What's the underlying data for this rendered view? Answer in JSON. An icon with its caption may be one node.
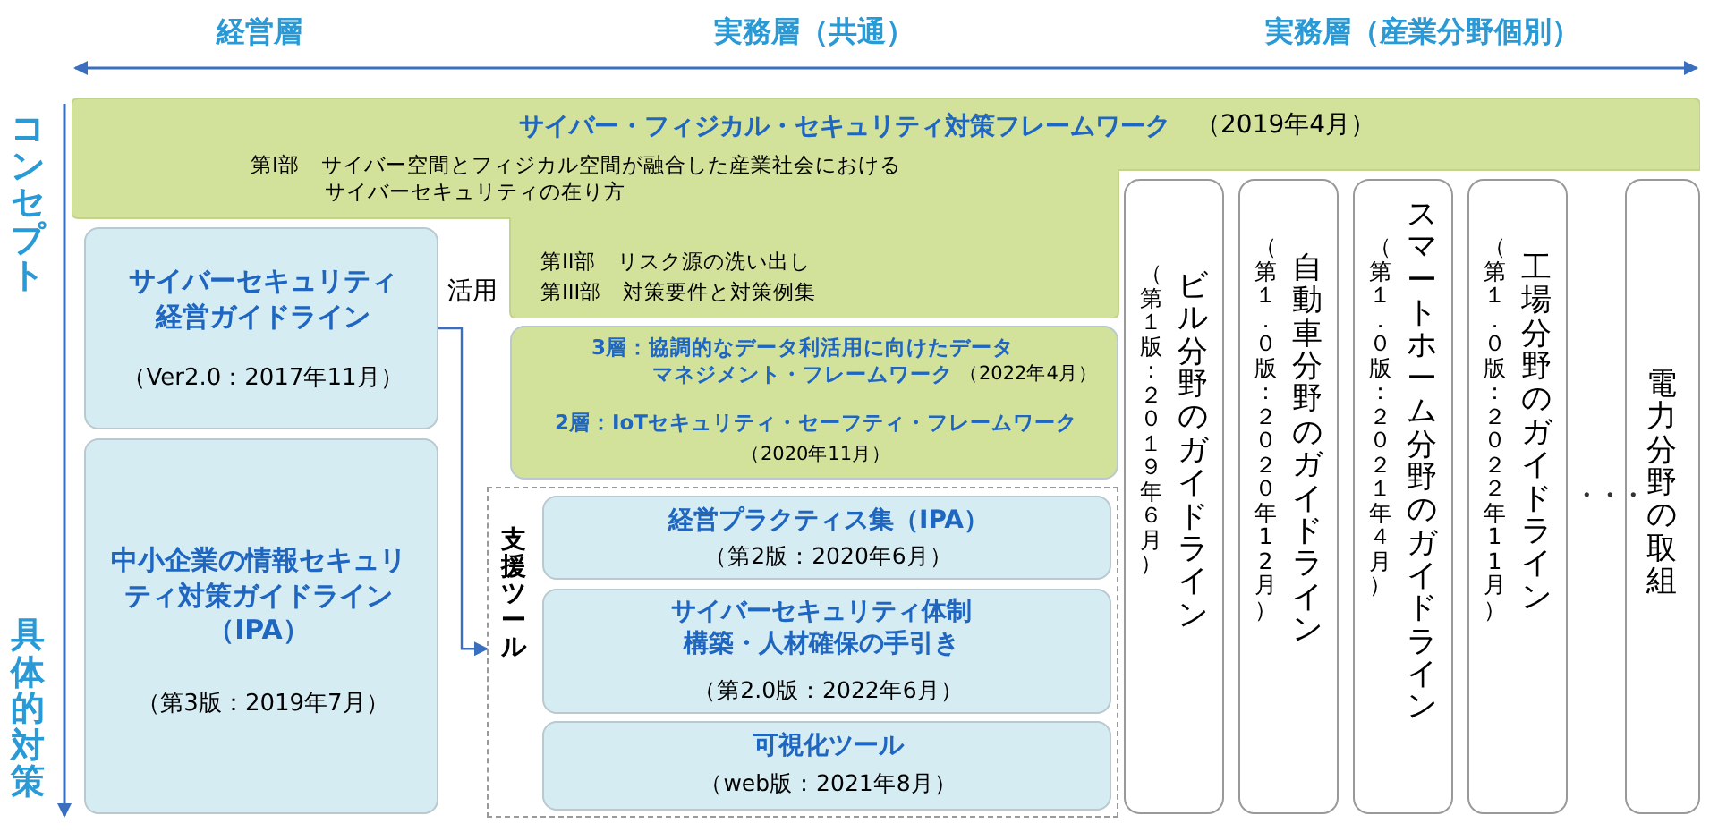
{
  "diagram": {
    "nodes": [
      {
        "text": [
          "サイバー・フィジカル・セキュリティ対策フレームワーク",
          "（2019年4月）",
          "第I部　サイバー空間とフィジカル空間が融合した産業社会におけるサイバーセキュリティの在り方",
          "第II部　リスク源の洗い出し",
          "第III部　対策要件と対策例集"
        ]
      },
      {
        "text": [
          "サイバーセキュリティ経営ガイドライン",
          "（Ver2.0：2017年11月）"
        ]
      },
      {
        "text": [
          "3層：協調的なデータ利活用に向けたデータマネジメント・フレームワーク",
          "（2022年4月）",
          "2層：IoTセキュリティ・セーフティ・フレームワーク",
          "（2020年11月）"
        ]
      },
      {
        "text": [
          "中小企業の情報セキュリティ対策ガイドライン（IPA）",
          "（第3版：2019年7月）"
        ]
      },
      {
        "text": [
          "支援ツール"
        ]
      },
      {
        "text": [
          "経営プラクティス集（IPA）",
          "（第2版：2020年6月）"
        ],
        "in": 4
      },
      {
        "text": [
          "サイバーセキュリティ体制構築・人材確保の手引き",
          "（第2.0版：2022年6月）"
        ],
        "in": 4
      },
      {
        "text": [
          "可視化ツール",
          "（web版：2021年8月）"
        ],
        "in": 4
      },
      {
        "text": [
          "（第１版：２０１９年６月）",
          "ビル分野のガイドライン"
        ]
      },
      {
        "text": [
          "（第１．０版：２０２０年12月）",
          "自動車分野のガイドライン"
        ]
      },
      {
        "text": [
          "（第１．０版：２０２１年４月）",
          "スマートホーム分野のガイドライン"
        ]
      },
      {
        "text": [
          "（第１．０版：２０２２年11月）",
          "工場分野のガイドライン"
        ]
      },
      {
        "text": [
          "電力分野の取組"
        ]
      }
    ],
    "edges": [
      {
        "from": 1,
        "to": 4,
        "arrow": "to",
        "label": "活用"
      }
    ],
    "labels": [
      "経営層",
      "実務層（共通）",
      "実務層（産業分野個別）",
      "コンセプト",
      "具体的対策",
      "・・・"
    ]
  }
}
